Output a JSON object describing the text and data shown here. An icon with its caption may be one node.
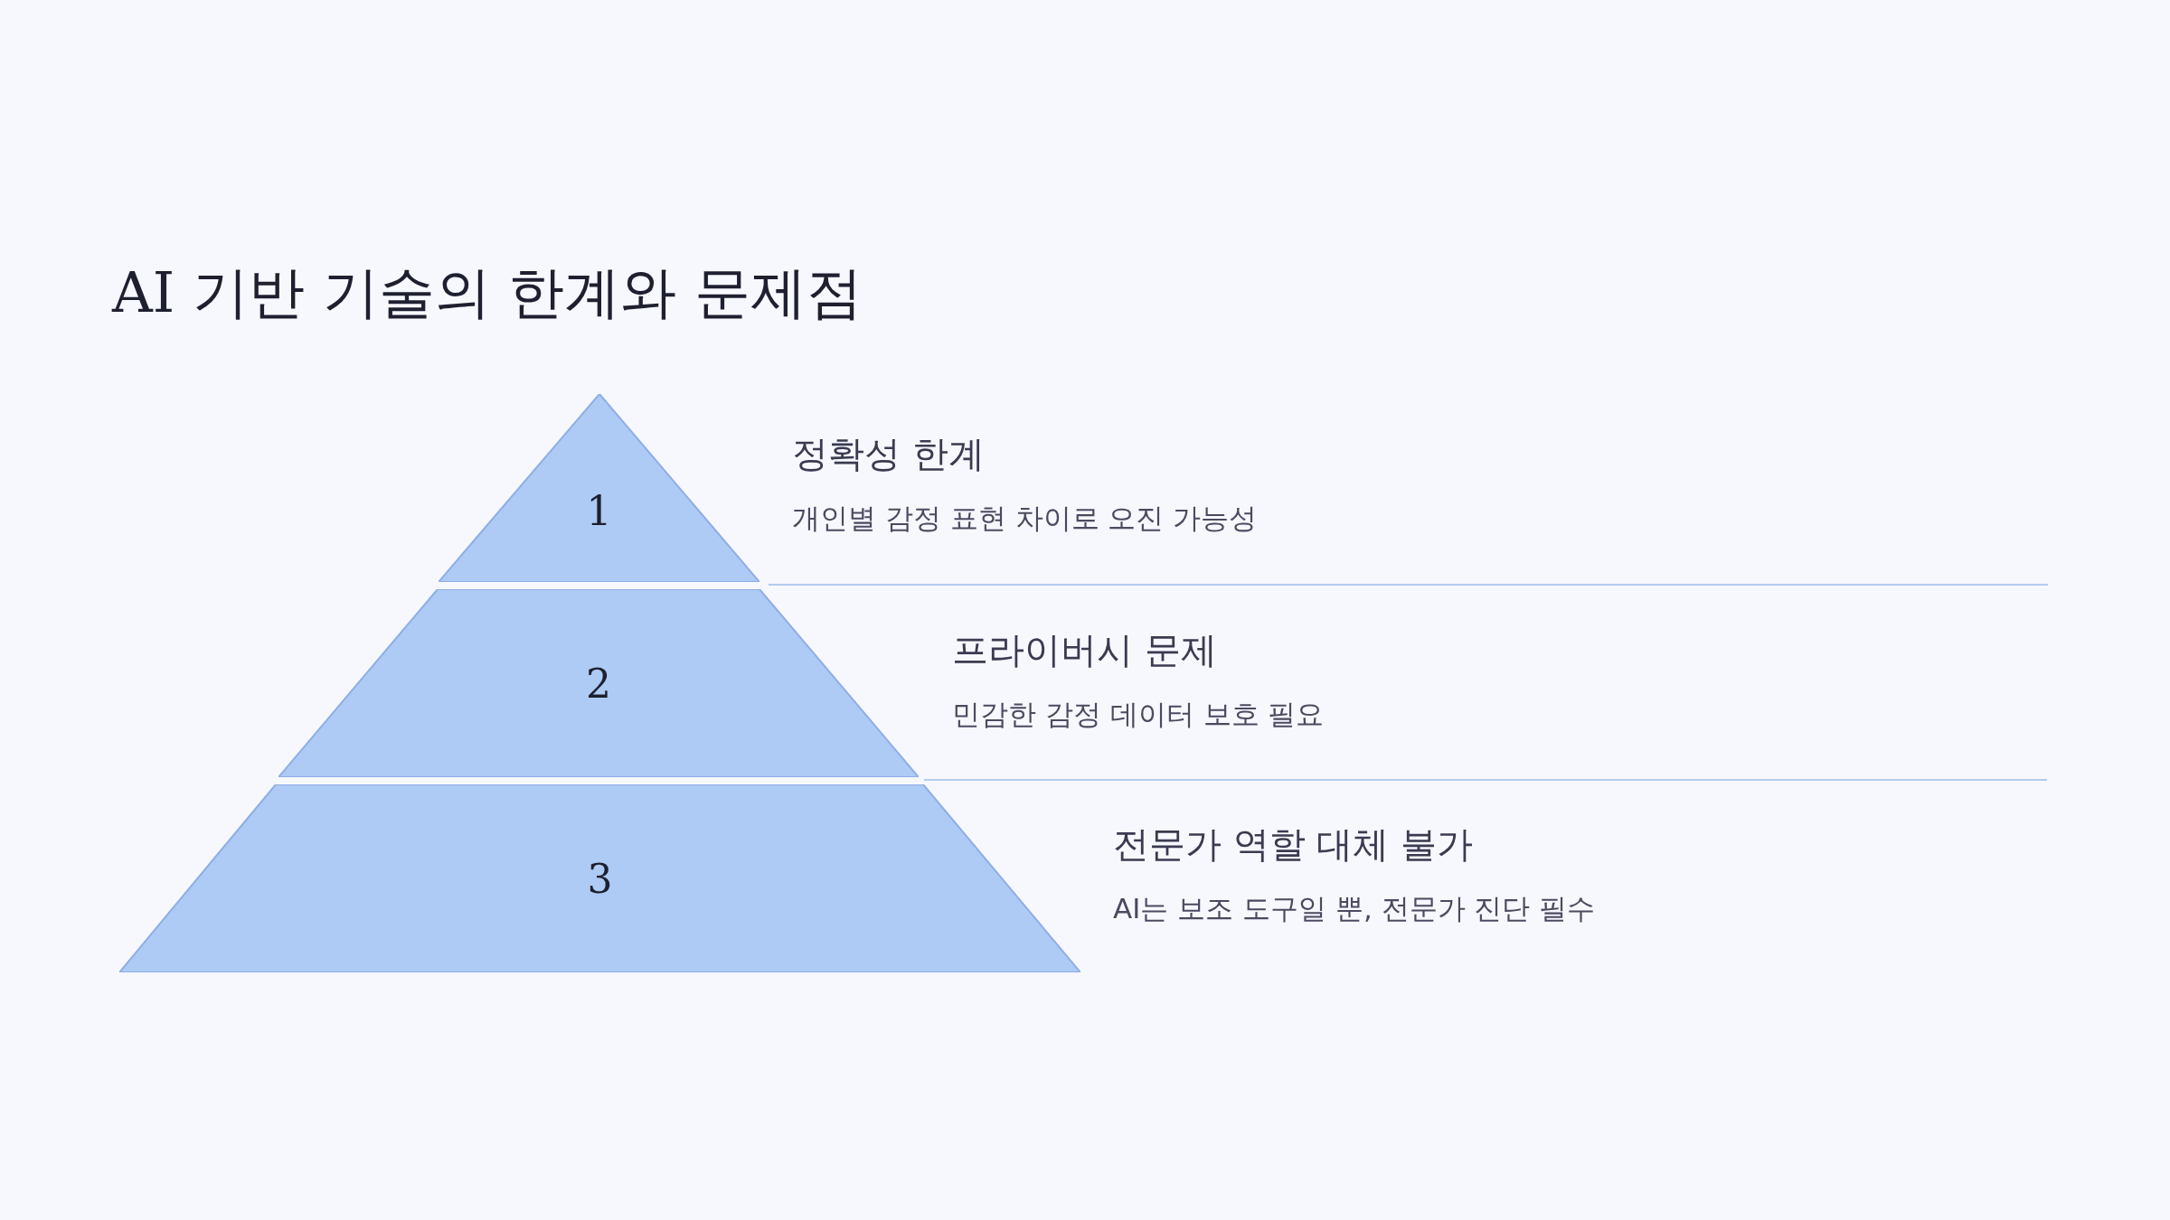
{
  "diagram": {
    "title": "AI 기반 기술의 한계와 문제점",
    "nodes": [
      {
        "text": [
          "1"
        ],
        "beside": [
          "정확성 한계",
          "개인별 감정 표현 차이로 오진 가능성"
        ]
      },
      {
        "text": [
          "2"
        ],
        "beside": [
          "프라이버시 문제",
          "민감한 감정 데이터 보호 필요"
        ]
      },
      {
        "text": [
          "3"
        ],
        "beside": [
          "전문가 역할 대체 불가",
          "AI는 보조 도구일 뿐, 전문가 진단 필수"
        ]
      }
    ]
  }
}
